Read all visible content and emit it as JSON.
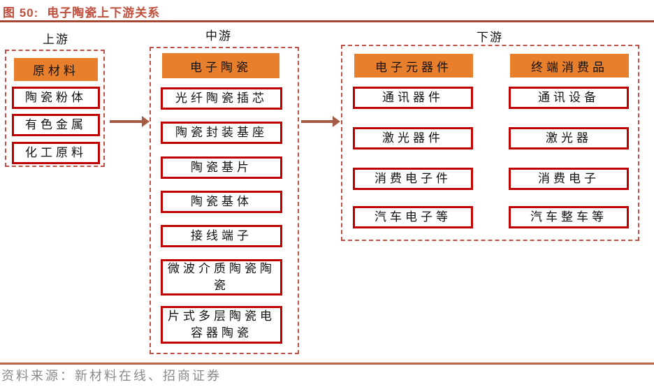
{
  "figure_title": {
    "prefix": "图 50:",
    "title": "电子陶瓷上下游关系"
  },
  "sections": {
    "upstream": {
      "label": "上游",
      "header": "原材料",
      "items": [
        "陶瓷粉体",
        "有色金属",
        "化工原料"
      ]
    },
    "midstream": {
      "label": "中游",
      "header": "电子陶瓷",
      "items": [
        "光纤陶瓷插芯",
        "陶瓷封装基座",
        "陶瓷基片",
        "陶瓷基体",
        "接线端子",
        "微波介质陶瓷陶\n瓷",
        "片式多层陶瓷电\n容器陶瓷"
      ]
    },
    "downstream": {
      "label": "下游",
      "columns": [
        {
          "header": "电子元器件",
          "items": [
            "通讯器件",
            "激光器件",
            "消费电子件",
            "汽车电子等"
          ]
        },
        {
          "header": "终端消费品",
          "items": [
            "通讯设备",
            "激光器",
            "消费电子",
            "汽车整车等"
          ]
        }
      ]
    }
  },
  "source_note": "资料来源：新材料在线、招商证券",
  "colors": {
    "accent_orange": "#E87F2C",
    "box_border_red": "#C00000",
    "dashed_border_red": "#C05046",
    "title_red": "#BF4E3D",
    "arrow_brown": "#A55C44",
    "top_rule": "#A64831",
    "bottom_rule": "#C16346",
    "source_gray": "#8A8A8A"
  }
}
